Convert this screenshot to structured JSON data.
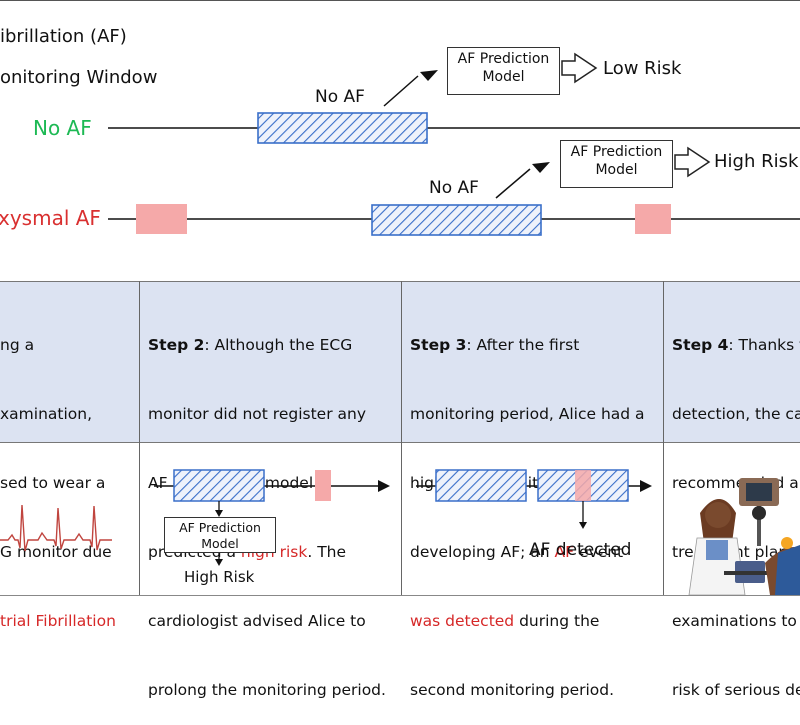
{
  "legend": {
    "line1": "ibrillation (AF)",
    "line2": "onitoring Window"
  },
  "rows": {
    "no_af": {
      "label": "No AF",
      "window_label": "No AF",
      "model_line1": "AF Prediction",
      "model_line2": "Model",
      "result": "Low Risk"
    },
    "paroxysmal": {
      "label": "xysmal AF",
      "window_label": "No AF",
      "model_line1": "AF Prediction",
      "model_line2": "Model",
      "result": "High Risk"
    }
  },
  "steps": [
    {
      "lines": [
        "ng a",
        "xamination,",
        "sed to wear a",
        "G monitor due"
      ],
      "highlight": "trial Fibrillation"
    },
    {
      "label": "Step 2",
      "l1": ": Although the ECG",
      "l2": "monitor did not register any",
      "l3": "AF events, the model",
      "l4a": "predicted a ",
      "l4b": "high risk",
      "l4c": ". The",
      "l5": "cardiologist advised Alice to",
      "l6": "prolong the monitoring period."
    },
    {
      "label": "Step 3",
      "l1": ": After the first",
      "l2": "monitoring period, Alice had a",
      "l3": "higher probability of",
      "l4a": "developing AF; an ",
      "l4b": "AF",
      "l4c": " event",
      "l5a": "was detected",
      "l5b": " during the",
      "l6": "second monitoring period."
    },
    {
      "label": "Step 4",
      "l1": ": Thanks to",
      "l2": "detection, the ca",
      "l3": "recommended a",
      "l4": "treatment plan a",
      "l5": "examinations to",
      "l6": "risk of serious de"
    }
  ],
  "panels": {
    "step2_model_line1": "AF Prediction",
    "step2_model_line2": "Model",
    "step2_result": "High Risk",
    "step3_result": "AF detected"
  },
  "colors": {
    "green": "#1db954",
    "red": "#d62828",
    "window_blue": "#3a6fc9",
    "af_pink": "#f5a9a9",
    "step_bg": "#dce3f2"
  }
}
